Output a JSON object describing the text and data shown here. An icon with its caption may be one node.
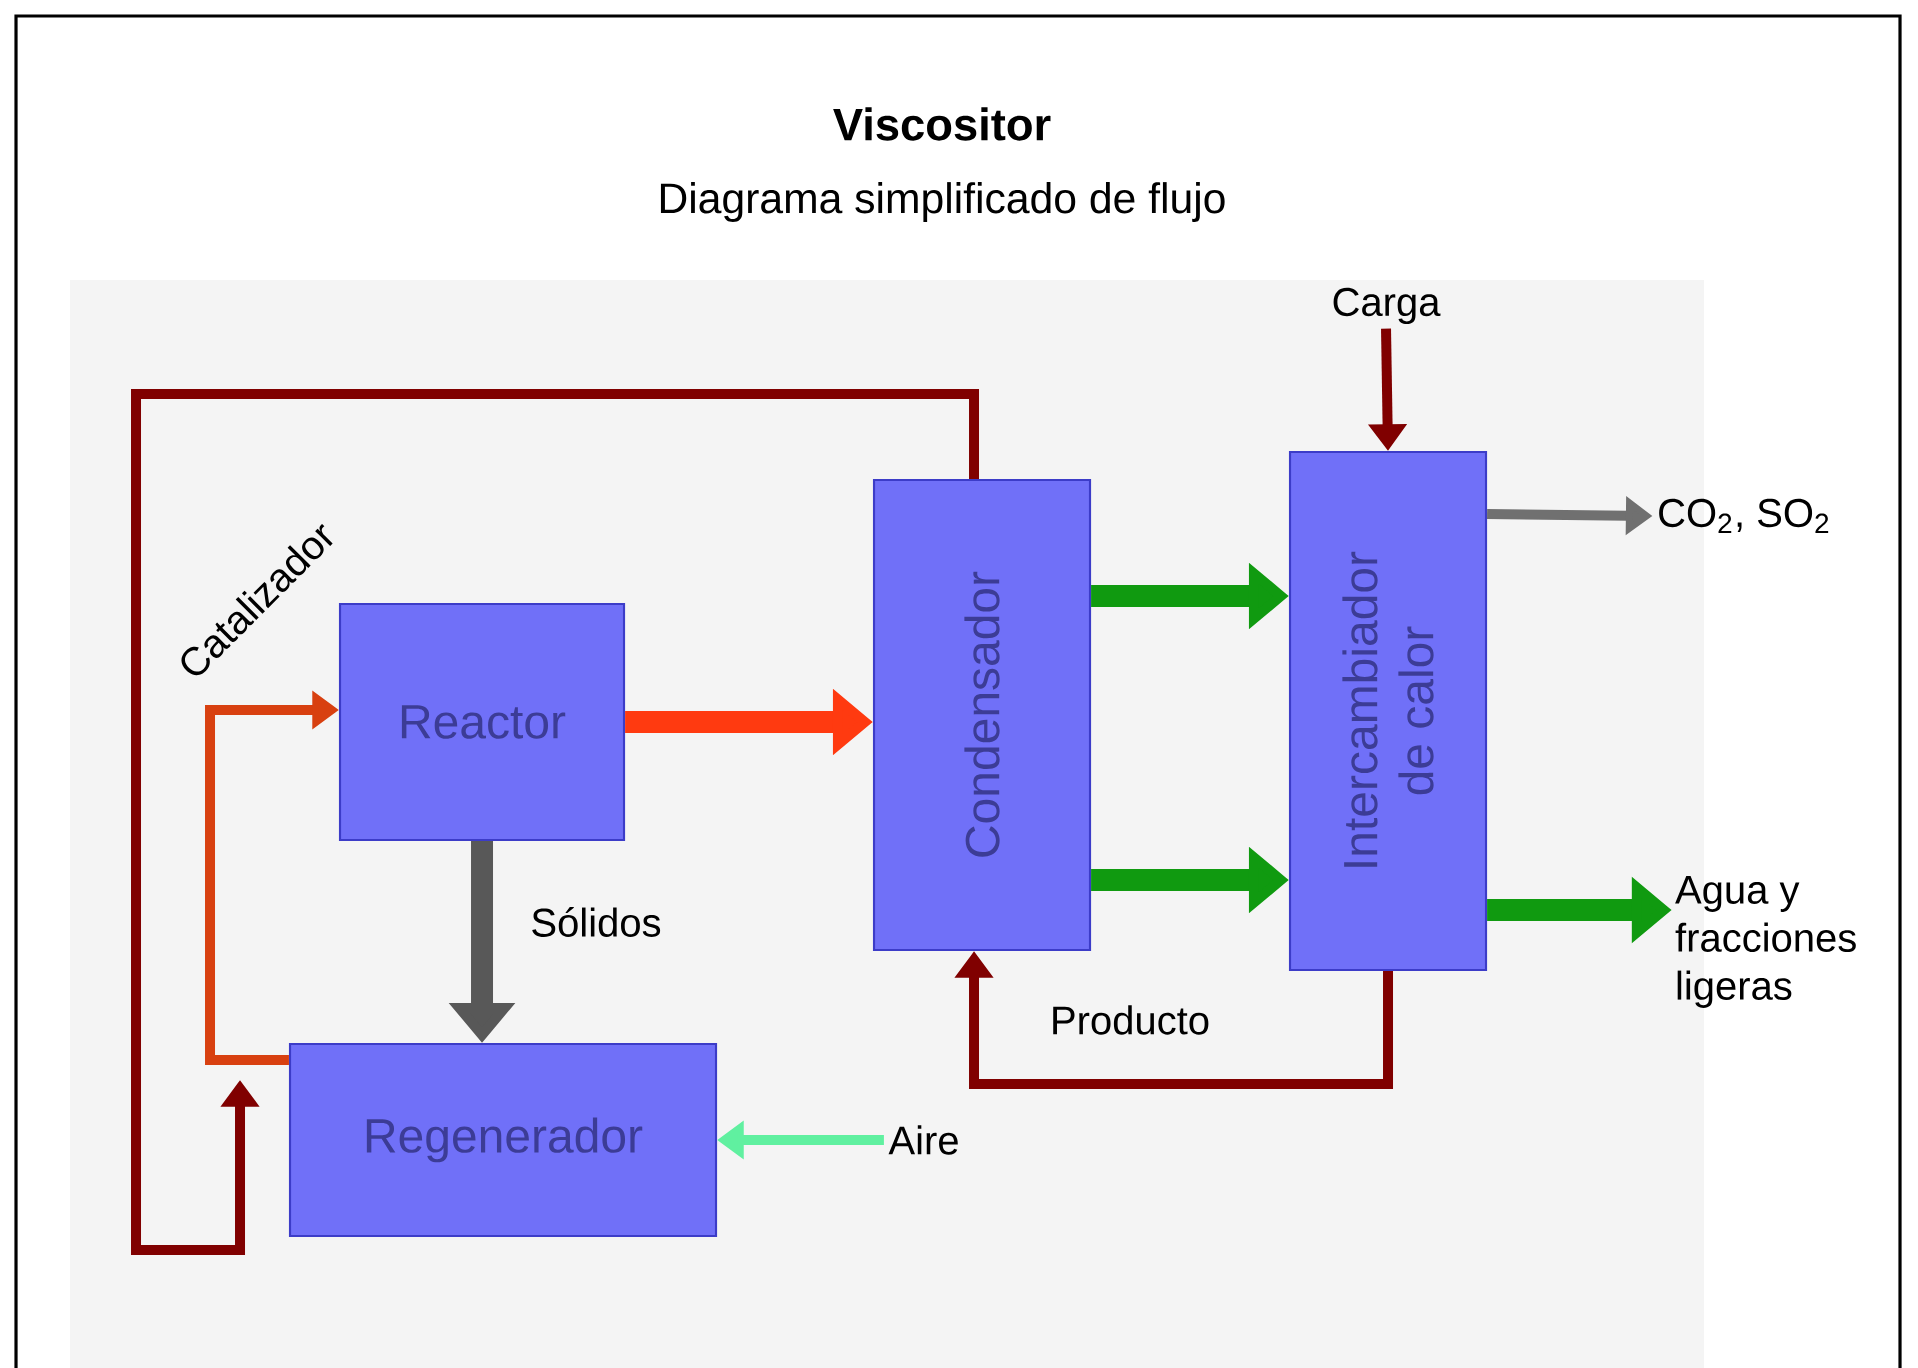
{
  "diagram": {
    "title": "Viscositor",
    "caption": "Diagrama simplificado de flujo",
    "nodes": [
      {
        "text": [
          "Reactor"
        ]
      },
      {
        "text": [
          "Condensador"
        ]
      },
      {
        "text": [
          "Intercambiador de calor"
        ]
      },
      {
        "text": [
          "Regenerador"
        ]
      },
      {
        "text": [
          "Carga"
        ]
      },
      {
        "text": [
          "CO$_{2}$, SO$_{2}$"
        ]
      },
      {
        "text": [
          "Agua y fracciones ligeras"
        ]
      },
      {
        "text": [
          "Aire"
        ]
      }
    ],
    "edges": [
      {
        "from": 3,
        "to": 0,
        "arrow": "to",
        "label": "Catalizador",
        "color": "#d84010"
      },
      {
        "from": 0,
        "to": 1,
        "arrow": "to",
        "style": "thick",
        "color": "#ff3a10"
      },
      {
        "from": 1,
        "to": 2,
        "arrow": "to",
        "style": "thick",
        "color": "#109a10"
      },
      {
        "from": 1,
        "to": 2,
        "arrow": "to",
        "style": "thick",
        "color": "#109a10"
      },
      {
        "from": 4,
        "to": 2,
        "arrow": "to",
        "color": "#800000"
      },
      {
        "from": 2,
        "to": 5,
        "arrow": "to",
        "color": "#707070"
      },
      {
        "from": 2,
        "to": 6,
        "arrow": "to",
        "style": "thick",
        "color": "#109a10"
      },
      {
        "from": 2,
        "to": 1,
        "arrow": "to",
        "label": "Producto",
        "color": "#800000"
      },
      {
        "from": 0,
        "to": 3,
        "arrow": "to",
        "label": "Sólidos",
        "style": "thick",
        "color": "#585858"
      },
      {
        "from": 7,
        "to": 3,
        "arrow": "to",
        "color": "#60f0a0"
      },
      {
        "from": 1,
        "to": null,
        "arrow": "to",
        "color": "#800000"
      }
    ]
  }
}
